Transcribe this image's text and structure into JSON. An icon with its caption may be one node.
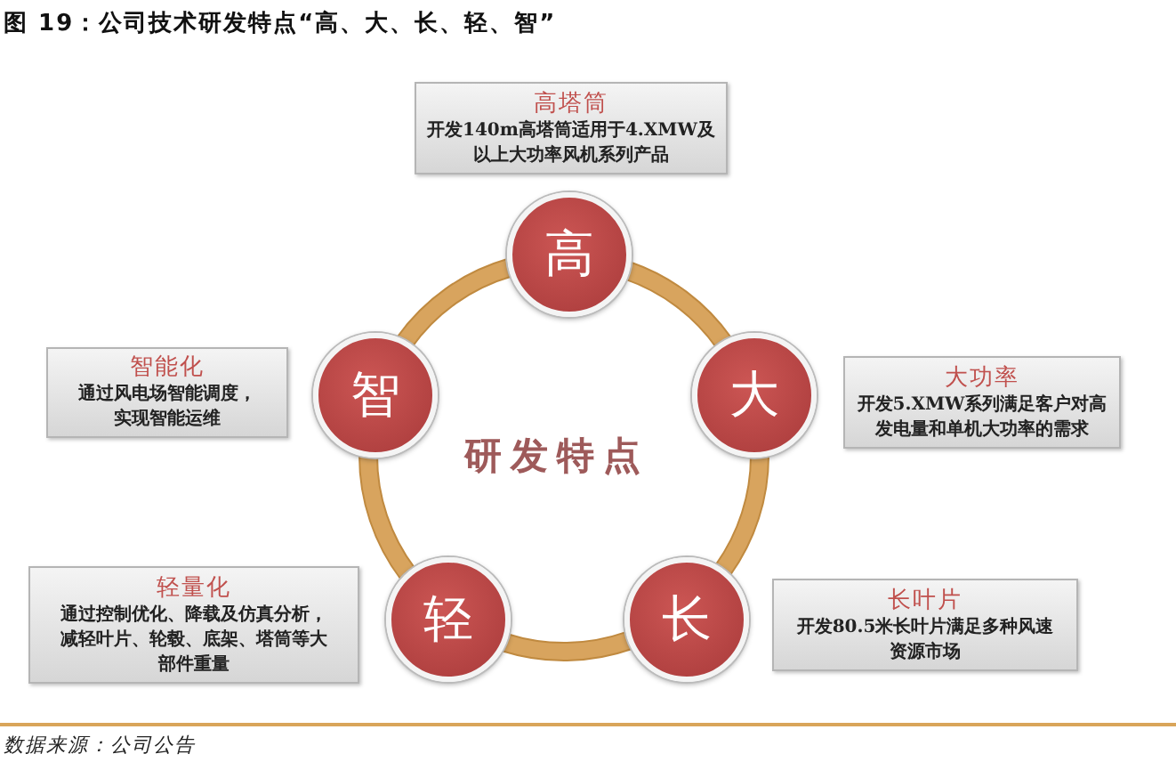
{
  "diagram": {
    "title": "图 19：公司技术研发特点“高、大、长、轻、智”",
    "caption": "数据来源：公司公告",
    "nodes": [
      {
        "text": [
          "研发特点"
        ]
      },
      {
        "text": [
          "高"
        ]
      },
      {
        "text": [
          "大"
        ]
      },
      {
        "text": [
          "长"
        ]
      },
      {
        "text": [
          "轻"
        ]
      },
      {
        "text": [
          "智"
        ]
      },
      {
        "text": [
          "高塔筒",
          "开发140m高塔筒适用于4.XMW及以上大功率风机系列产品"
        ]
      },
      {
        "text": [
          "大功率",
          "开发5.XMW系列满足客户对高发电量和单机大功率的需求"
        ]
      },
      {
        "text": [
          "长叶片",
          "开发80.5米长叶片满足多种风速资源市场"
        ]
      },
      {
        "text": [
          "轻量化",
          "通过控制优化、降载及仿真分析，减轻叶片、轮毂、底架、塔筒等大部件重量"
        ]
      },
      {
        "text": [
          "智能化",
          "通过风电场智能调度，实现智能运维"
        ]
      }
    ]
  }
}
